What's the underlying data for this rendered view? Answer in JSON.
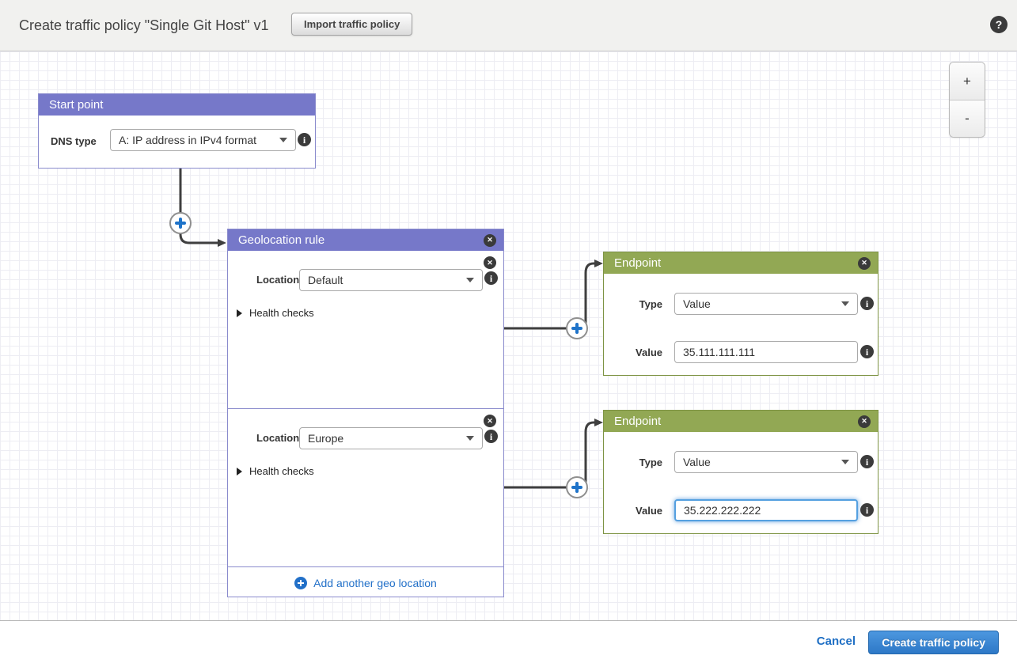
{
  "header": {
    "title": "Create traffic policy \"Single Git Host\" v1",
    "import_button_label": "Import traffic policy",
    "help_label": "?"
  },
  "canvas": {
    "zoom_in_label": "+",
    "zoom_out_label": "-",
    "start_point": {
      "title": "Start point",
      "dns_type_label": "DNS type",
      "dns_type_value": "A: IP address in IPv4 format"
    },
    "geolocation_rule": {
      "title": "Geolocation rule",
      "sections": [
        {
          "location_label": "Location",
          "location_value": "Default",
          "health_checks_label": "Health checks"
        },
        {
          "location_label": "Location",
          "location_value": "Europe",
          "health_checks_label": "Health checks"
        }
      ],
      "add_location_label": "Add another geo location"
    },
    "endpoints": [
      {
        "title": "Endpoint",
        "type_label": "Type",
        "type_value": "Value",
        "value_label": "Value",
        "value": "35.111.111.111"
      },
      {
        "title": "Endpoint",
        "type_label": "Type",
        "type_value": "Value",
        "value_label": "Value",
        "value": "35.222.222.222"
      }
    ]
  },
  "footer": {
    "cancel_label": "Cancel",
    "create_label": "Create traffic policy"
  },
  "colors": {
    "rule_header": "#7678C9",
    "rule_border": "#8A8BCD",
    "endpoint_header": "#92A854",
    "endpoint_border": "#7E9444",
    "accent_blue": "#1F6FC4",
    "connector": "#3F3F3F",
    "focus_blue": "#55A0E0"
  }
}
